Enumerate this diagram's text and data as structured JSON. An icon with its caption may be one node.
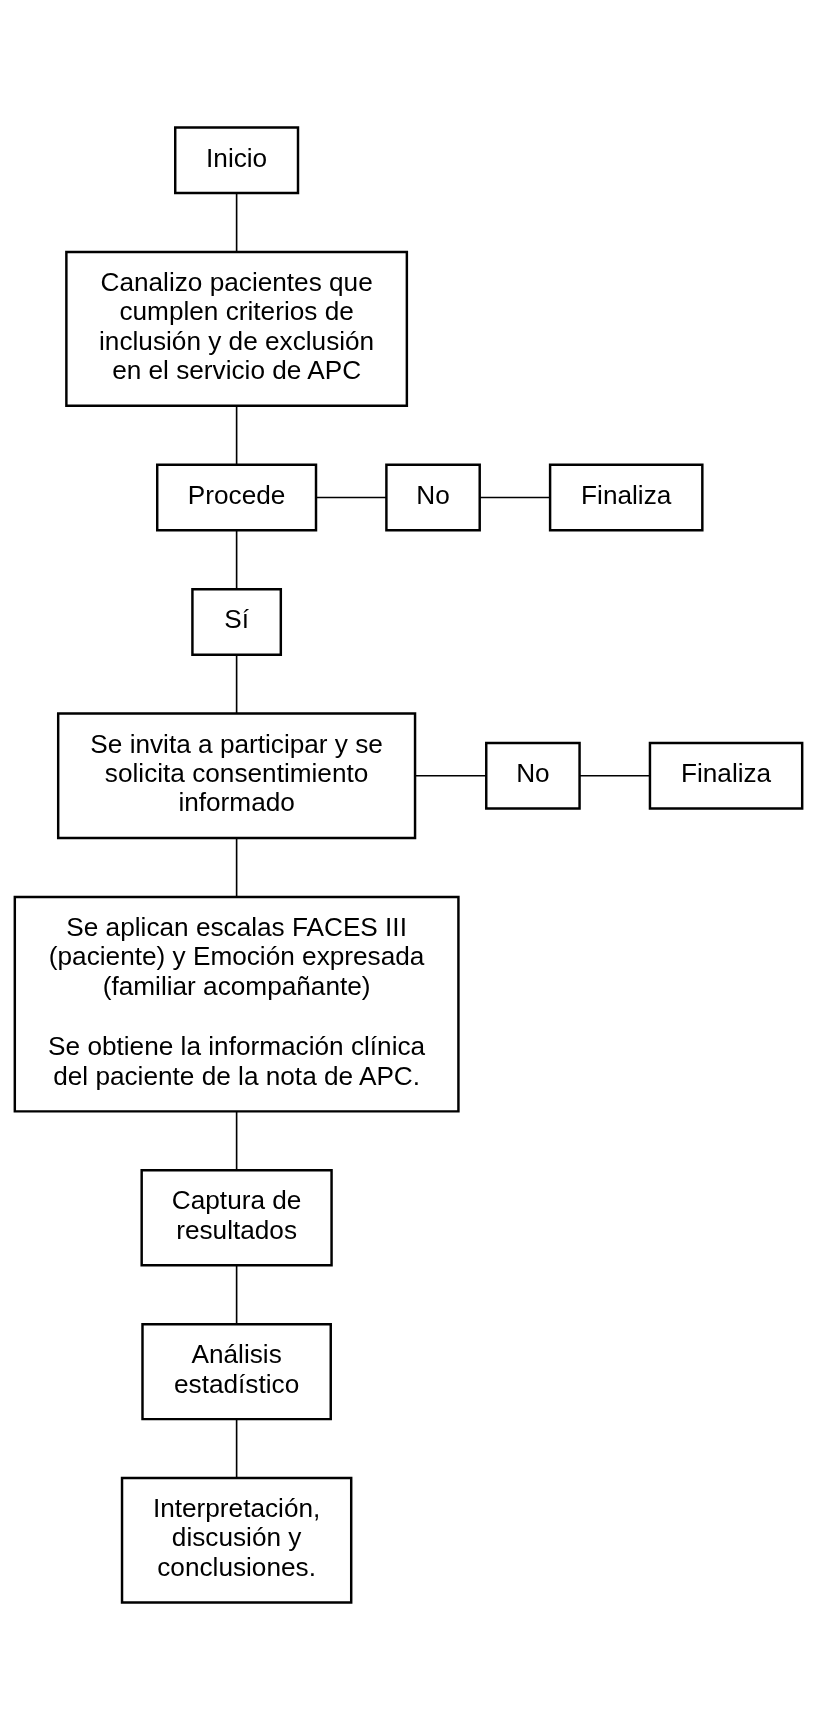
{
  "diagram": {
    "nodes": [
      {
        "text": [
          "Inicio"
        ]
      },
      {
        "text": [
          "Canalizo pacientes que cumplen criterios de inclusión y de exclusión en el servicio de APC"
        ]
      },
      {
        "text": [
          "Procede"
        ]
      },
      {
        "text": [
          "No"
        ]
      },
      {
        "text": [
          "Finaliza"
        ]
      },
      {
        "text": [
          "Sí"
        ]
      },
      {
        "text": [
          "Se invita a participar y se solicita consentimiento informado"
        ]
      },
      {
        "text": [
          "No"
        ]
      },
      {
        "text": [
          "Finaliza"
        ]
      },
      {
        "text": [
          "Se aplican escalas FACES III (paciente) y Emoción expresada (familiar acompañante)",
          "Se obtiene la información clínica del paciente de la nota de APC."
        ]
      },
      {
        "text": [
          "Captura de resultados"
        ]
      },
      {
        "text": [
          "Análisis estadístico"
        ]
      },
      {
        "text": [
          "Interpretación, discusión y conclusiones."
        ]
      }
    ],
    "edges": [
      {
        "from": 0,
        "to": 1,
        "arrow": "none"
      },
      {
        "from": 1,
        "to": 2,
        "arrow": "none"
      },
      {
        "from": 2,
        "to": 3,
        "arrow": "none"
      },
      {
        "from": 3,
        "to": 4,
        "arrow": "none"
      },
      {
        "from": 2,
        "to": 5,
        "arrow": "none"
      },
      {
        "from": 5,
        "to": 6,
        "arrow": "none"
      },
      {
        "from": 6,
        "to": 7,
        "arrow": "none"
      },
      {
        "from": 7,
        "to": 8,
        "arrow": "none"
      },
      {
        "from": 6,
        "to": 9,
        "arrow": "none"
      },
      {
        "from": 9,
        "to": 10,
        "arrow": "none"
      },
      {
        "from": 10,
        "to": 11,
        "arrow": "none"
      },
      {
        "from": 11,
        "to": 12,
        "arrow": "none"
      }
    ]
  }
}
